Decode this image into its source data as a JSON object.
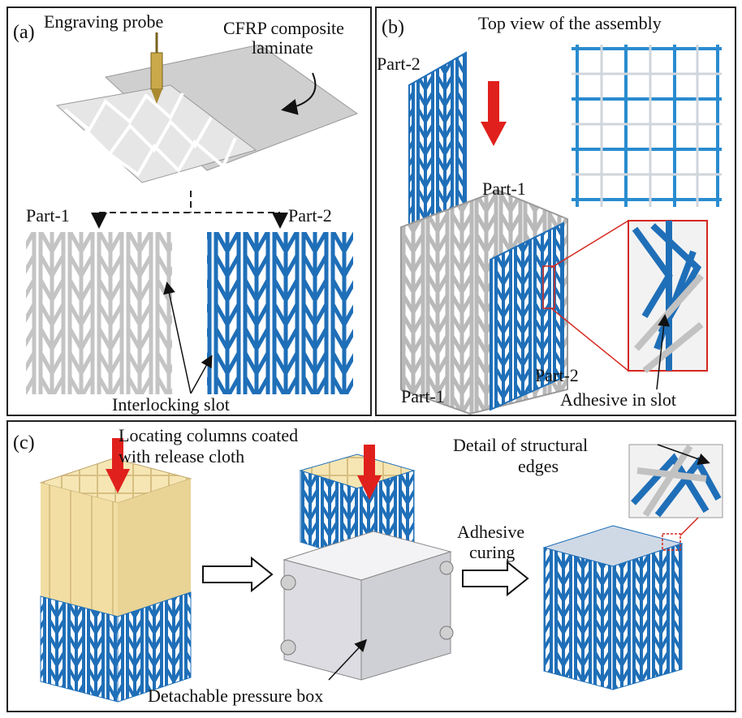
{
  "panel_a": {
    "tag": "(a)",
    "probe_label": "Engraving probe",
    "laminate_label_1": "CFRP composite",
    "laminate_label_2": "laminate",
    "part1_label": "Part-1",
    "part2_label": "Part-2",
    "slot_label": "Interlocking slot"
  },
  "panel_b": {
    "tag": "(b)",
    "top_view_label": "Top view of the assembly",
    "part2_top_label": "Part-2",
    "part1_top_label": "Part-1",
    "part2_bottom_label": "Part-2",
    "part1_bottom_label": "Part-1",
    "adhesive_label": "Adhesive in slot"
  },
  "panel_c": {
    "tag": "(c)",
    "columns_label_1": "Locating columns coated",
    "columns_label_2": "with release cloth",
    "box_label": "Detachable pressure box",
    "curing_label_1": "Adhesive",
    "curing_label_2": "curing",
    "detail_label_1": "Detail of structural",
    "detail_label_2": "edges"
  },
  "colors": {
    "blue_lattice": "#1f6fb8",
    "grey_lattice": "#bdbdbd",
    "arrow_red": "#e0201c",
    "column_yellow": "#f2dea3",
    "box_grey": "#d9d9de"
  }
}
